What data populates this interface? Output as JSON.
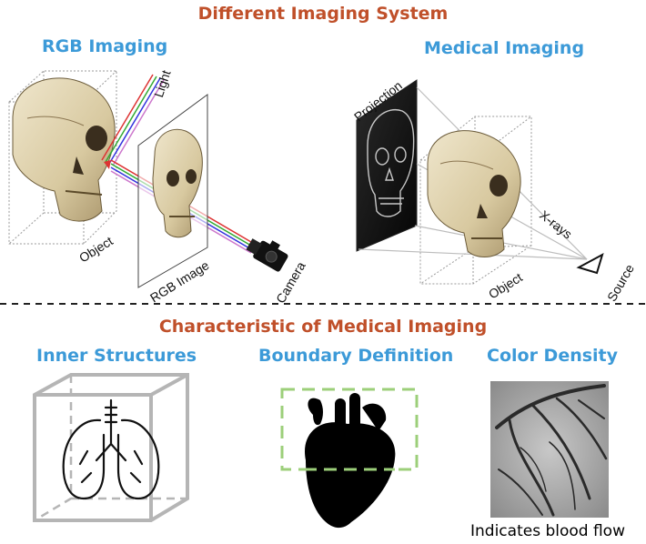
{
  "top_section": {
    "title": "Different Imaging System",
    "rgb": {
      "title": "RGB Imaging",
      "light_label": "Light",
      "object_label": "Object",
      "image_label": "RGB Image",
      "camera_label": "Camera"
    },
    "medical": {
      "title": "Medical Imaging",
      "projection_label": "Projection",
      "xrays_label": "X-rays",
      "object_label": "Object",
      "source_label": "Source"
    }
  },
  "bottom_section": {
    "title": "Characteristic of Medical Imaging",
    "panels": [
      {
        "title": "Inner Structures"
      },
      {
        "title": "Boundary Definition"
      },
      {
        "title": "Color Density",
        "caption": "Indicates blood flow"
      }
    ]
  },
  "colors": {
    "section_title": "#c0502a",
    "sub_title": "#3c9ad8",
    "divider": "#222222",
    "dashed_box_green": "#9ccf7a"
  }
}
